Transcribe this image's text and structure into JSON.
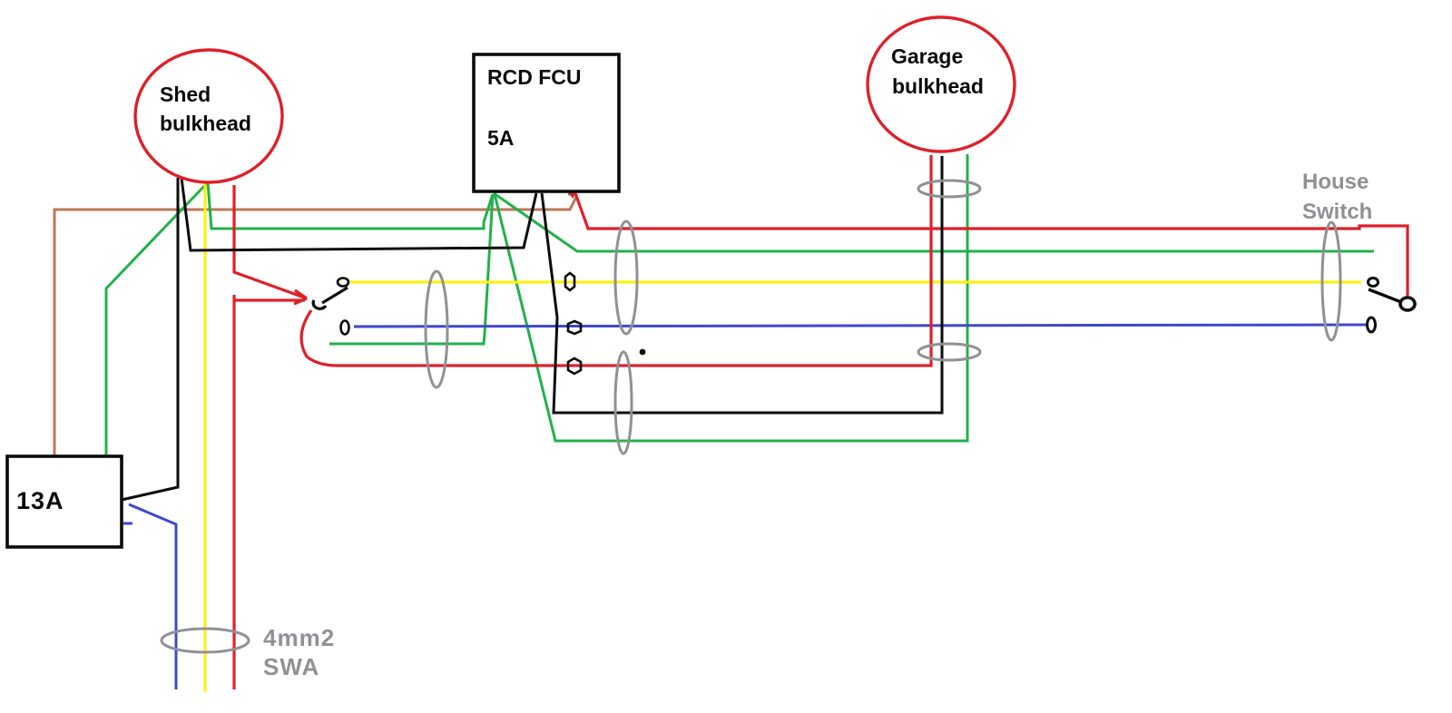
{
  "diagram": {
    "shed_bulkhead": {
      "label_line1": "Shed",
      "label_line2": "bulkhead"
    },
    "rcd_fcu": {
      "label_line1": "RCD FCU",
      "label_line2": "5A"
    },
    "garage_bulkhead": {
      "label_line1": "Garage",
      "label_line2": "bulkhead"
    },
    "house_switch": {
      "label_line1": "House",
      "label_line2": "Switch"
    },
    "socket": {
      "label": "13A"
    },
    "cable": {
      "label_line1": "4mm2",
      "label_line2": "SWA"
    }
  },
  "colors": {
    "red": "#de2029",
    "green": "#22b14c",
    "yellow": "#fff200",
    "blue": "#3f48cc",
    "brown": "#b97a57",
    "gray": "#8f9194",
    "black": "#0b0b0b",
    "background": "#ffffff"
  }
}
